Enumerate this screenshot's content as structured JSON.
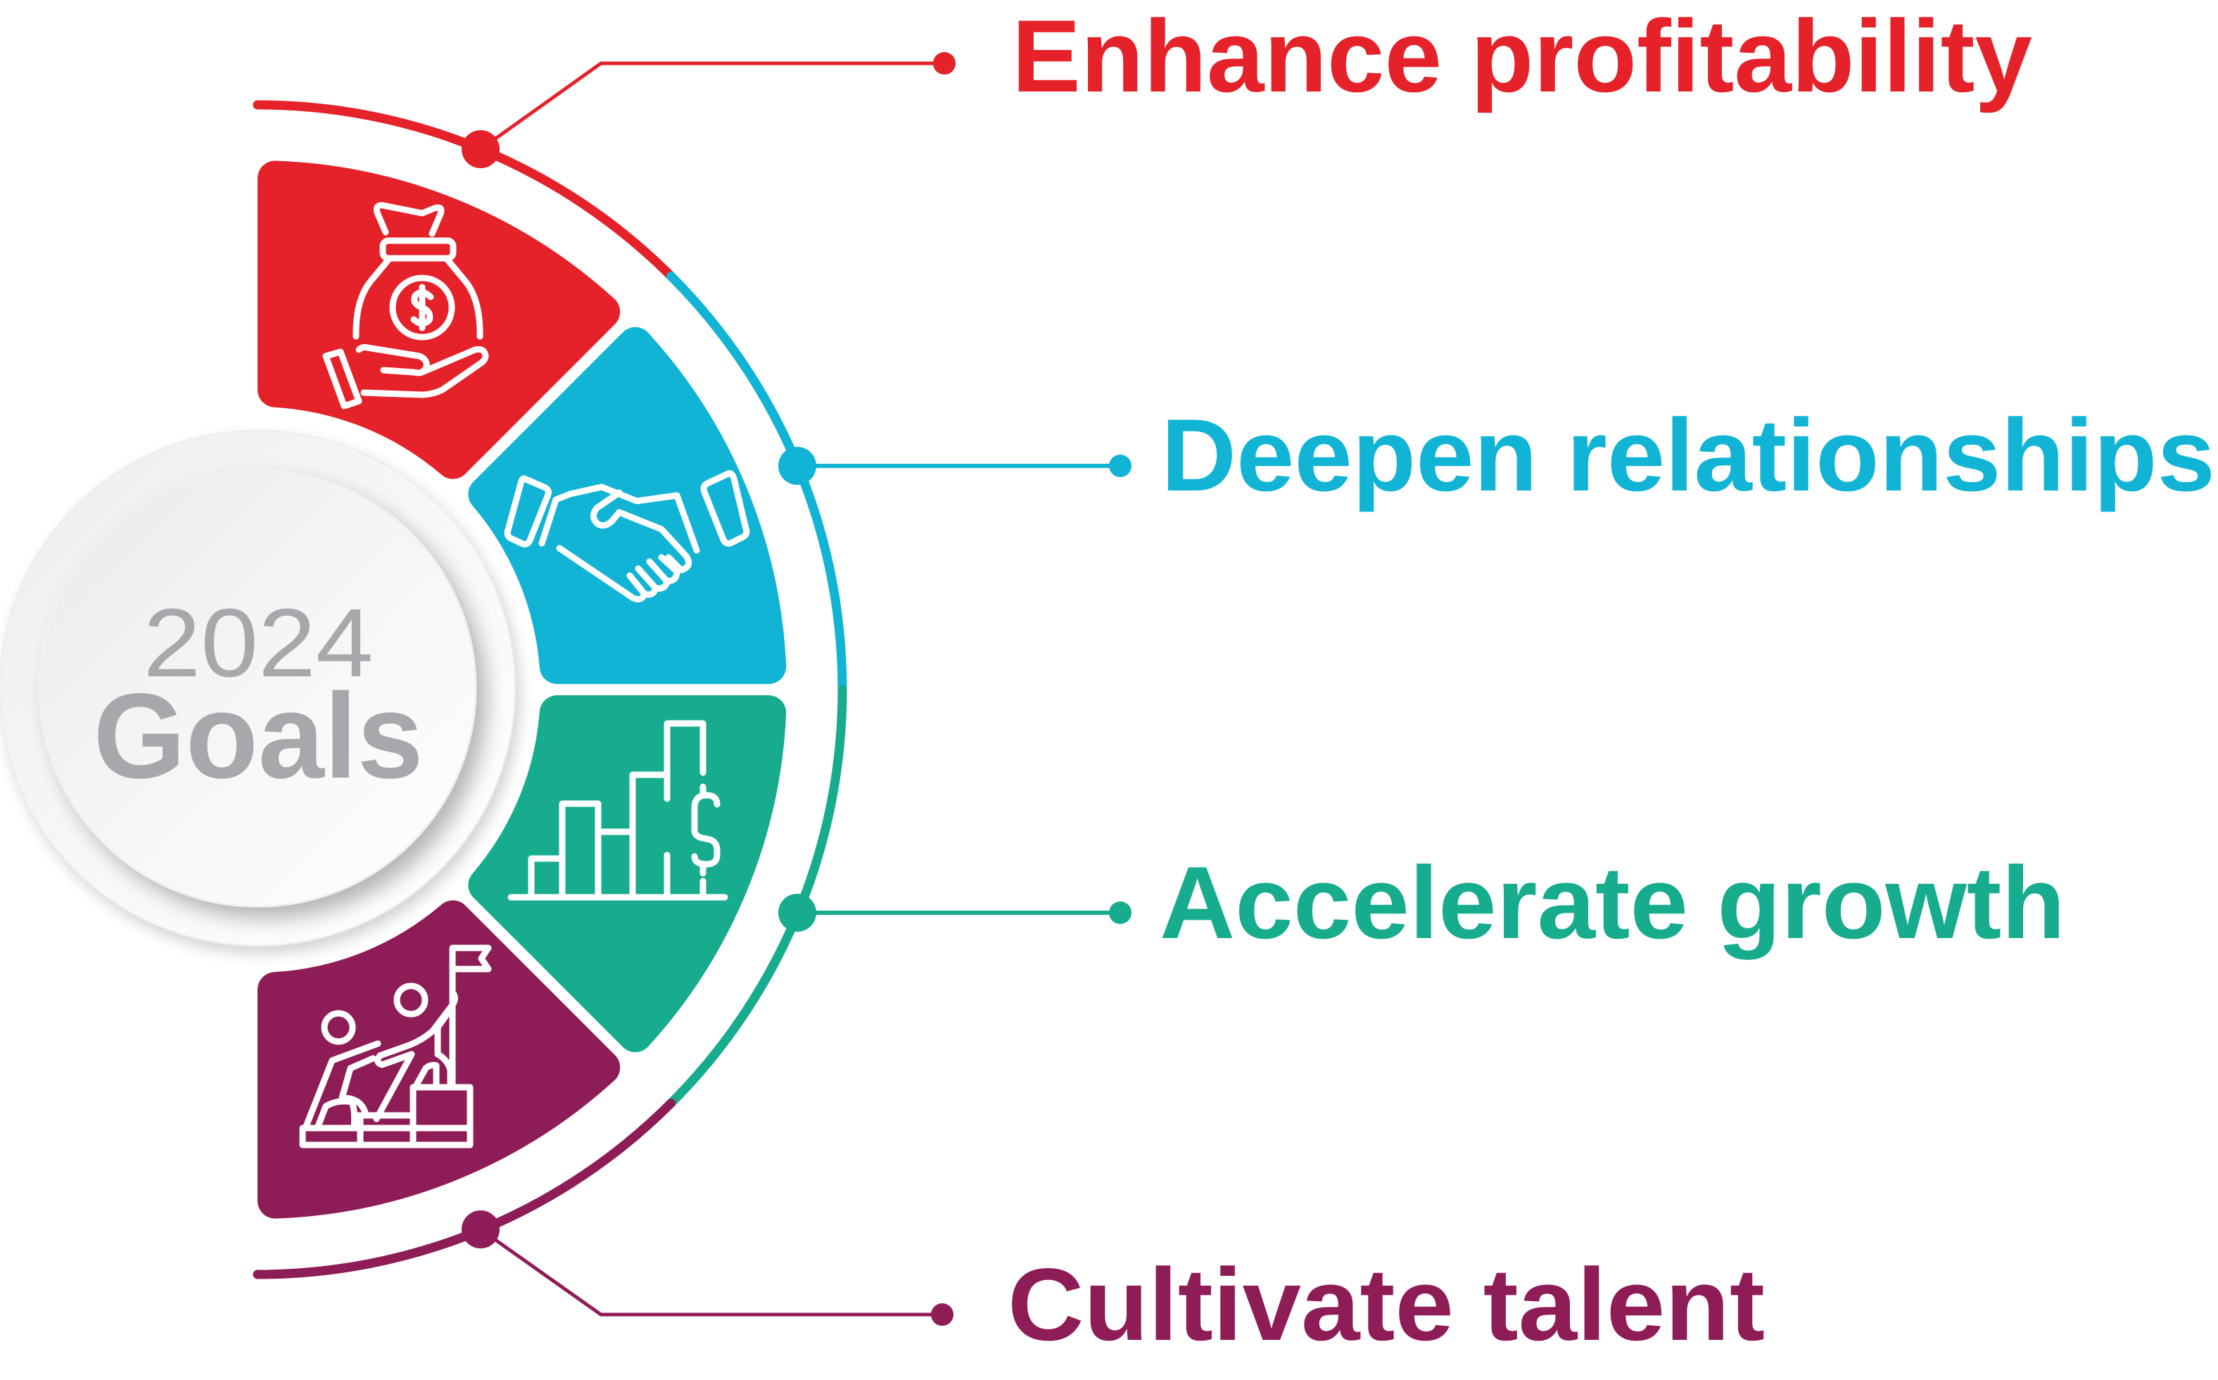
{
  "center": {
    "year": "2024",
    "title": "Goals",
    "text_color": "#A7A8AB"
  },
  "goals": [
    {
      "label": "Enhance profitability",
      "color": "#E52129",
      "icon": "money-bag-hand-icon"
    },
    {
      "label": "Deepen relationships",
      "color": "#12B4D6",
      "icon": "handshake-icon"
    },
    {
      "label": "Accelerate growth",
      "color": "#17AC8E",
      "icon": "bar-chart-dollar-icon"
    },
    {
      "label": "Cultivate talent",
      "color": "#8E1C57",
      "icon": "climbing-flag-icon"
    }
  ]
}
